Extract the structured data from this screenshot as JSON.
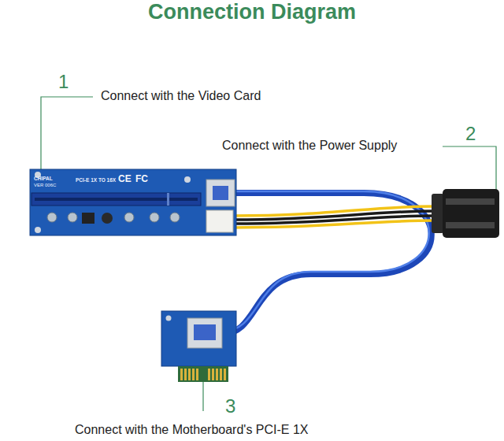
{
  "diagram": {
    "title": "Connection Diagram",
    "nodes": [
      {
        "text": [
          "CHIPAL",
          "VER 006C",
          "PCI-E 1X TO 16X",
          "CE",
          "FC"
        ]
      }
    ],
    "labels": [
      "1",
      "Connect with the Video Card",
      "2",
      "Connect with the Power Supply",
      "3",
      "Connect with the Motherboard's PCI-E 1X"
    ]
  }
}
